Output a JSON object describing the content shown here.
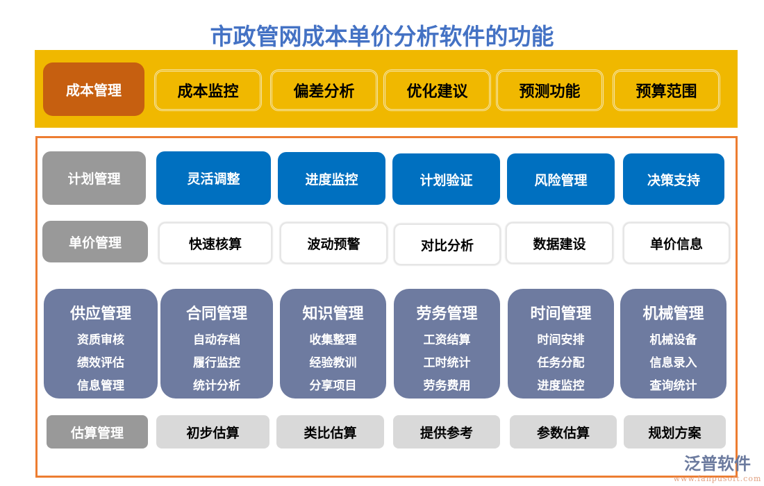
{
  "title": "市政管网成本单价分析软件的功能",
  "row1": {
    "label": "成本管理",
    "items": [
      "成本监控",
      "偏差分析",
      "优化建议",
      "预测功能",
      "预算范围"
    ]
  },
  "row2": {
    "label": "计划管理",
    "items": [
      "灵活调整",
      "进度监控",
      "计划验证",
      "风险管理",
      "决策支持"
    ]
  },
  "row3": {
    "label": "单价管理",
    "items": [
      "快速核算",
      "波动预警",
      "对比分析",
      "数据建设",
      "单价信息"
    ]
  },
  "row4": [
    {
      "title": "供应管理",
      "subs": [
        "资质审核",
        "绩效评估",
        "信息管理"
      ]
    },
    {
      "title": "合同管理",
      "subs": [
        "自动存档",
        "履行监控",
        "统计分析"
      ]
    },
    {
      "title": "知识管理",
      "subs": [
        "收集整理",
        "经验教训",
        "分享项目"
      ]
    },
    {
      "title": "劳务管理",
      "subs": [
        "工资结算",
        "工时统计",
        "劳务费用"
      ]
    },
    {
      "title": "时间管理",
      "subs": [
        "时间安排",
        "任务分配",
        "进度监控"
      ]
    },
    {
      "title": "机械管理",
      "subs": [
        "机械设备",
        "信息录入",
        "查询统计"
      ]
    }
  ],
  "row5": {
    "label": "估算管理",
    "items": [
      "初步估算",
      "类比估算",
      "提供参考",
      "参数估算",
      "规划方案"
    ]
  },
  "logo": {
    "name": "泛普软件",
    "url": "www.fanpusoft.com"
  },
  "colors": {
    "title": "#4472C4",
    "band": "#F0B800",
    "frame": "#ED7D31",
    "orange": "#C65F10",
    "blue": "#0070C0",
    "slate": "#6E7BA0"
  }
}
